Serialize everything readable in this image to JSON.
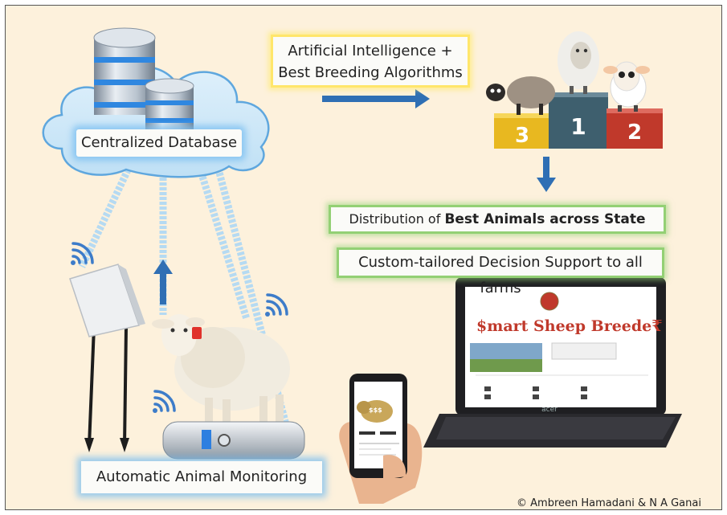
{
  "labels": {
    "ai_line1": "Artificial Intelligence +",
    "ai_line2": "Best Breeding Algorithms",
    "database": "Centralized Database",
    "distribution_prefix": "Distribution of ",
    "distribution_bold": "Best Animals across State",
    "custom": "Custom-tailored Decision Support to all farms",
    "monitoring": "Automatic Animal Monitoring",
    "credit": "© Ambreen Hamadani & N A Ganai"
  },
  "podium": {
    "first": "1",
    "second": "2",
    "third": "3"
  },
  "laptop": {
    "site_title": "$mart Sheep Breede₹",
    "brand": "acer"
  },
  "phone": {
    "badge": "$$$"
  },
  "colors": {
    "background": "#fdf1dc",
    "ai_border": "#ffe66b",
    "green_border": "#93d074",
    "glow_blue": "#7fbff0",
    "arrow_blue": "#2f6fb4",
    "podium_gold": "#e8b820",
    "podium_slate": "#3e5f6e",
    "podium_red": "#c0392b"
  }
}
